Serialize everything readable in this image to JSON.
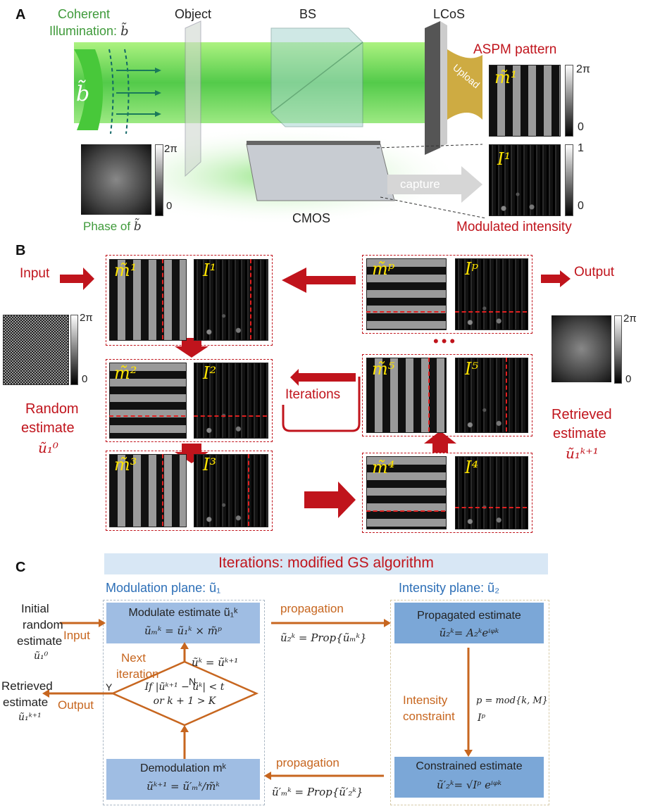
{
  "panelA": {
    "letter": "A",
    "coherent": "Coherent",
    "illumination": "Illumination: ",
    "b_tilde": "b̃",
    "object": "Object",
    "bs": "BS",
    "lcos": "LCoS",
    "aspm": "ASPM pattern",
    "upload": "Upload",
    "m1": "m̃¹",
    "two_pi": "2π",
    "zero": "0",
    "one": "1",
    "i1": "I¹",
    "capture": "capture",
    "cmos": "CMOS",
    "phase_of": "Phase of ",
    "modulated_intensity": "Modulated intensity"
  },
  "panelB": {
    "letter": "B",
    "input": "Input",
    "output": "Output",
    "iterations": "Iterations",
    "random": "Random",
    "estimate": "estimate",
    "u10": "ũ₁⁰",
    "retrieved": "Retrieved",
    "estimate2": "estimate",
    "u1k1": "ũ₁ᵏ⁺¹",
    "two_pi": "2π",
    "zero": "0",
    "dots": "•••",
    "m1": "m̃¹",
    "i1": "I¹",
    "m2": "m̃²",
    "i2": "I²",
    "m3": "m̃³",
    "i3": "I³",
    "mp": "m̃ᵖ",
    "ip": "Iᵖ",
    "m5": "m̃⁵",
    "i5": "I⁵",
    "m4": "m̃⁴",
    "i4": "I⁴"
  },
  "panelC": {
    "letter": "C",
    "title": "Iterations: modified GS algorithm",
    "mod_plane": "Modulation plane: ũ₁",
    "int_plane": "Intensity plane: ũ₂",
    "initial1": "Initial",
    "initial2": "random",
    "initial3": "estimate",
    "initial4": "ũ₁⁰",
    "input": "Input",
    "modulate1": "Modulate estimate ũ₁ᵏ",
    "modulate2": "ũₘᵏ = ũ₁ᵏ × m̃ᵖ",
    "propagation": "propagation",
    "prop_eq1": "ũ₂ᵏ = Prop{ũₘᵏ}",
    "propagated1": "Propagated estimate",
    "propagated2": "ũ₂ᵏ= A₂ᵏeⁱᵠᵏ",
    "next1": "Next",
    "next2": "iteration",
    "update_eq": "ũᵏ = ũᵏ⁺¹",
    "n": "N",
    "y": "Y",
    "cond1": "If |ũᵏ⁺¹ − ũᵏ| < t",
    "cond2": "or k + 1 > K",
    "retrieved1": "Retrieved",
    "retrieved2": "estimate",
    "retrieved3": "ũ₁ᵏ⁺¹",
    "output": "Output",
    "intensity1": "Intensity",
    "intensity2": "constraint",
    "p_eq": "p = mod{k, M}",
    "ip": "Iᵖ",
    "demod1": "Demodulation mᵏ",
    "demod2": "ũᵏ⁺¹ = ũ′ₘᵏ/m̃ᵏ",
    "propagation2": "propagation",
    "prop_eq2": "ũ′ₘᵏ = Prop{ũ′₂ᵏ}",
    "constrained1": "Constrained estimate",
    "constrained2": "ũ′₂ᵏ= √Iᵖ eⁱᵠᵏ"
  }
}
